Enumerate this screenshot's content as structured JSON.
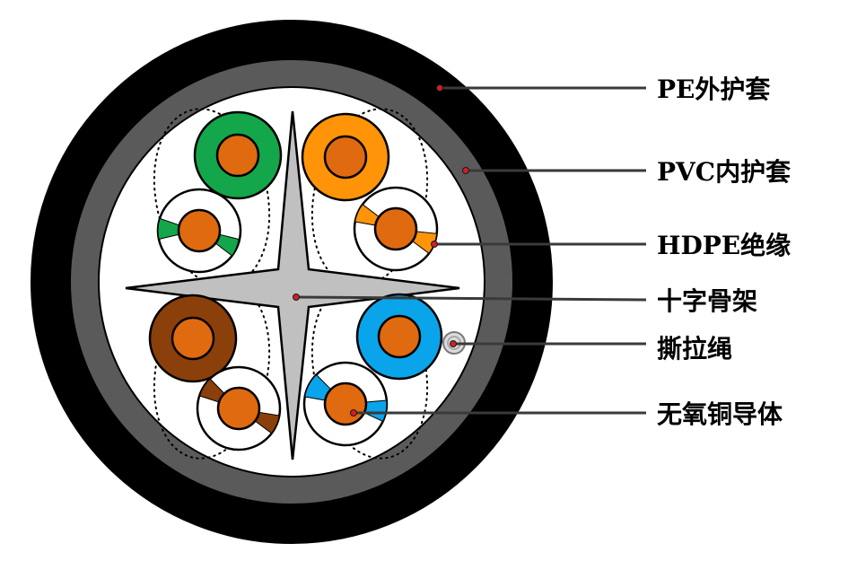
{
  "labels": {
    "pe_jacket": "PE外护套",
    "pvc_jacket": "PVC内护套",
    "hdpe_insulation": "HDPE绝缘",
    "cross_filler": "十字骨架",
    "ripcord": "撕拉绳",
    "conductor": "无氧铜导体"
  },
  "colors": {
    "outer_jacket": "#000000",
    "inner_jacket": "#5a5a5a",
    "core_background": "#ffffff",
    "cross": "#c0c0c0",
    "conductor": "#e06a0f",
    "green": "#14a64a",
    "orange": "#ff9408",
    "brown": "#8b3f0b",
    "blue": "#0aa4ea",
    "leader_line": "#3a3a3a",
    "marker_dot": "#d01e2a"
  }
}
